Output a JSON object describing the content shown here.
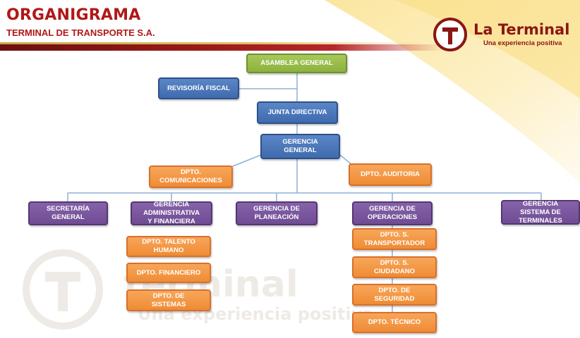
{
  "header": {
    "title": "ORGANIGRAMA",
    "subtitle": "TERMINAL DE TRANSPORTE S.A."
  },
  "logo": {
    "name": "La Terminal",
    "tagline": "Una experiencia positiva"
  },
  "watermark": {
    "name": "terminal",
    "tagline": "Una experiencia positiva"
  },
  "colors": {
    "title": "#b01817",
    "green_node": "#8cb23f",
    "blue_node": "#3f6baf",
    "orange_node": "#ef8c35",
    "purple_node": "#6f4c93",
    "connector": "#8fb0d8"
  },
  "nodes": {
    "asamblea": "ASAMBLEA GENERAL",
    "revisoria": "REVISORÍA FISCAL",
    "junta": "JUNTA DIRECTIVA",
    "gerencia_general": "GERENCIA\nGENERAL",
    "dpto_comunicaciones": "DPTO.\nCOMUNICACIONES",
    "dpto_auditoria": "DPTO. AUDITORIA",
    "secretaria": "SECRETARÍA\nGENERAL",
    "gerencia_admin": "GERENCIA\nADMINISTRATIVA\nY FINANCIERA",
    "gerencia_planeacion": "GERENCIA DE\nPLANEACIÓN",
    "gerencia_operaciones": "GERENCIA DE\nOPERACIONES",
    "gerencia_sistema": "GERENCIA\nSISTEMA DE\nTERMINALES",
    "dpto_talento": "DPTO. TALENTO\nHUMANO",
    "dpto_financiero": "DPTO. FINANCIERO",
    "dpto_sistemas": "DPTO. DE\nSISTEMAS",
    "dpto_transportador": "DPTO. S.\nTRANSPORTADOR",
    "dpto_ciudadano": "DPTO. S.\nCIUDADANO",
    "dpto_seguridad": "DPTO. DE\nSEGURIDAD",
    "dpto_tecnico": "DPTO. TÉCNICO"
  }
}
